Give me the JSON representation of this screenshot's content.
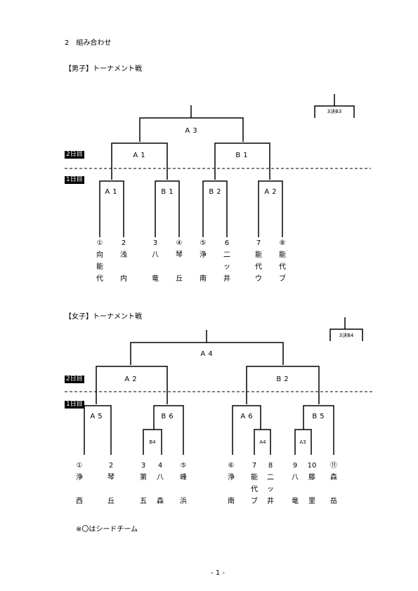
{
  "section_title": "2　組み合わせ",
  "boys": {
    "heading": "【男子】トーナメント戦",
    "day2": "2日目",
    "day1": "1日目",
    "third_place": "3決B3",
    "final": "A3",
    "semi_left": "A1",
    "semi_right": "B1",
    "q1": "A1",
    "q2": "B1",
    "q3": "B2",
    "q4": "A2",
    "teams": [
      {
        "num": "①",
        "l1": "向",
        "l2": "能",
        "l3": "代"
      },
      {
        "num": "2",
        "l1": "浅",
        "l2": "",
        "l3": "内"
      },
      {
        "num": "3",
        "l1": "八",
        "l2": "",
        "l3": "竜"
      },
      {
        "num": "④",
        "l1": "琴",
        "l2": "",
        "l3": "丘"
      },
      {
        "num": "⑤",
        "l1": "浄",
        "l2": "",
        "l3": "南"
      },
      {
        "num": "6",
        "l1": "二",
        "l2": "ッ",
        "l3": "井"
      },
      {
        "num": "7",
        "l1": "能",
        "l2": "代",
        "l3": "ウ"
      },
      {
        "num": "⑧",
        "l1": "能",
        "l2": "代",
        "l3": "ブ"
      }
    ]
  },
  "girls": {
    "heading": "【女子】トーナメント戦",
    "day2": "2日目",
    "day1": "1日目",
    "third_place": "3決B4",
    "final": "A4",
    "semi_left": "A2",
    "semi_right": "B2",
    "q1": "A5",
    "q2": "B6",
    "q3": "A6",
    "q4": "B5",
    "r1a": "B4",
    "r1b": "A4",
    "r1c": "A3",
    "teams": [
      {
        "num": "①",
        "l1": "浄",
        "l2": "",
        "l3": "西"
      },
      {
        "num": "2",
        "l1": "琴",
        "l2": "",
        "l3": "丘"
      },
      {
        "num": "3",
        "l1": "第",
        "l2": "",
        "l3": "五"
      },
      {
        "num": "4",
        "l1": "八",
        "l2": "",
        "l3": "森"
      },
      {
        "num": "⑤",
        "l1": "峰",
        "l2": "",
        "l3": "浜"
      },
      {
        "num": "⑥",
        "l1": "浄",
        "l2": "",
        "l3": "南"
      },
      {
        "num": "7",
        "l1": "能",
        "l2": "代",
        "l3": "ブ"
      },
      {
        "num": "8",
        "l1": "二",
        "l2": "ッ",
        "l3": "井"
      },
      {
        "num": "9",
        "l1": "八",
        "l2": "",
        "l3": "竜"
      },
      {
        "num": "10",
        "l1": "藤",
        "l2": "",
        "l3": "里"
      },
      {
        "num": "⑪",
        "l1": "森",
        "l2": "",
        "l3": "岳"
      }
    ]
  },
  "note": "※〇はシードチーム",
  "page_number": "- 1 -"
}
